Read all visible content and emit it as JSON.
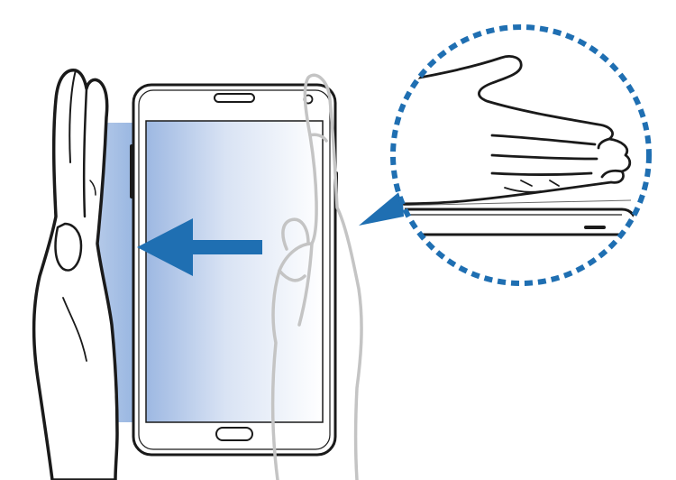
{
  "illustration": {
    "gesture": "palm-swipe-to-capture",
    "direction": "right-to-left",
    "colors": {
      "accent_blue": "#1f6fb2",
      "glow_blue": "#aec4e6",
      "outline": "#1a1a1a",
      "ghost_outline": "#c4c4c4",
      "skin": "#ffffff"
    },
    "icons": [
      "hand-left-solid",
      "hand-right-ghost",
      "swipe-arrow-left",
      "detail-callout-circle",
      "hand-side-edge",
      "phone-side-view"
    ]
  }
}
